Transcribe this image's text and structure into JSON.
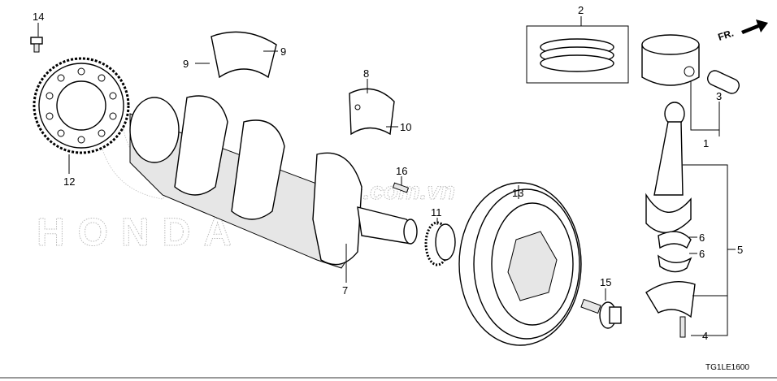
{
  "diagram": {
    "code": "TG1LE1600",
    "direction_label": "FR.",
    "watermark_brand": "HONDA",
    "watermark_site": "s-Parts.com.vn",
    "callouts": {
      "c1": "1",
      "c2": "2",
      "c3": "3",
      "c4": "4",
      "c5": "5",
      "c6a": "6",
      "c6b": "6",
      "c7": "7",
      "c8": "8",
      "c9a": "9",
      "c9b": "9",
      "c10": "10",
      "c11": "11",
      "c12": "12",
      "c13": "13",
      "c14": "14",
      "c15": "15",
      "c16": "16"
    }
  }
}
